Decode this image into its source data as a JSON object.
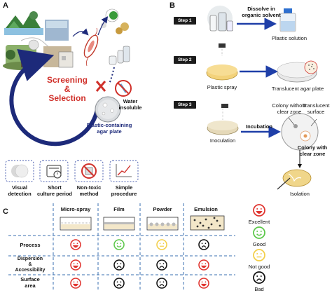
{
  "panels": {
    "a": "A",
    "b": "B",
    "c": "C"
  },
  "panel_a": {
    "cycle_title": "Screening\n&\nSelection",
    "water_insoluble": "Water\ninsoluble",
    "agar_plate": "Plastic-containing\nagar plate",
    "features": [
      {
        "label": "Visual\ndetection",
        "icon": "drop-circle-icon"
      },
      {
        "label": "Short\nculture period",
        "icon": "timer-icon"
      },
      {
        "label": "Non-toxic\nmethod",
        "icon": "no-toxic-icon"
      },
      {
        "label": "Simple\nprocedure",
        "icon": "trend-chart-icon"
      }
    ]
  },
  "panel_b": {
    "steps": [
      "Step 1",
      "Step 2",
      "Step 3"
    ],
    "dissolve": "Dissolve in\norganic solvent",
    "plastic_solution": "Plastic solution",
    "plastic_spray": "Plastic spray",
    "translucent_plate": "Translucent agar plate",
    "inoculation": "Inoculation",
    "incubation": "Incubation",
    "colony_without": "Colony without\nclear zone",
    "translucent_surface": "Translucent\nsurface",
    "colony_with": "Colony with\nclear zone",
    "isolation": "Isolation"
  },
  "panel_c": {
    "columns": [
      "Micro-spray",
      "Film",
      "Powder",
      "Emulsion"
    ],
    "rows": [
      {
        "label": "Process",
        "ratings": [
          "excellent",
          "good",
          "notgood",
          "bad"
        ]
      },
      {
        "label": "Dispersion\n&\nAccessibility",
        "ratings": [
          "excellent",
          "bad",
          "bad",
          "excellent"
        ]
      },
      {
        "label": "Surface\narea",
        "ratings": [
          "excellent",
          "bad",
          "bad",
          "excellent"
        ]
      }
    ],
    "legend": [
      {
        "key": "excellent",
        "label": "Excellent"
      },
      {
        "key": "good",
        "label": "Good"
      },
      {
        "key": "notgood",
        "label": "Not good"
      },
      {
        "key": "bad",
        "label": "Bad"
      }
    ]
  },
  "colors": {
    "cycle_arrow": "#1d2a7a",
    "title_red": "#d0302a",
    "step_arrow": "#1f3fa8",
    "excellent": "#e0342f",
    "good": "#5cc84a",
    "notgood": "#f3cf4a",
    "bad": "#111111",
    "dash": "#3a6fb0"
  }
}
